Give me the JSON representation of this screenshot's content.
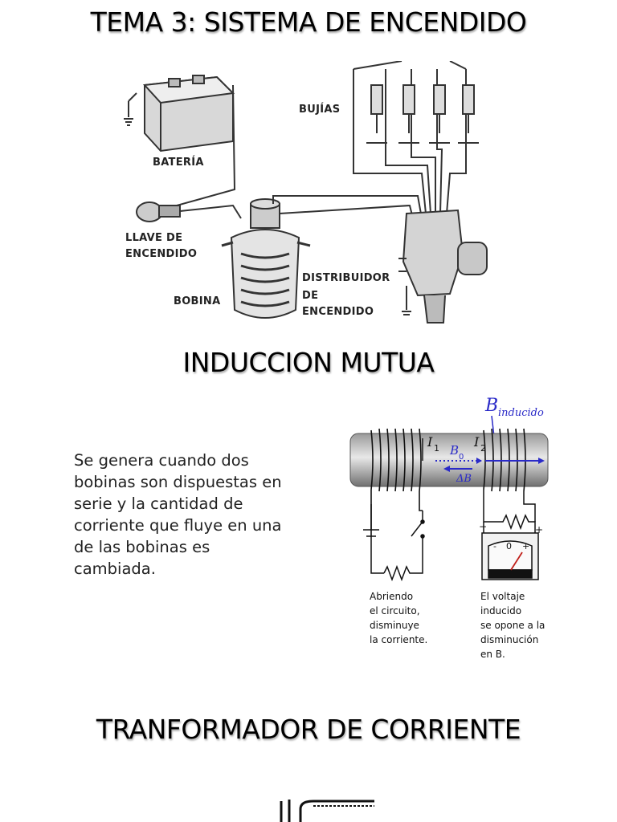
{
  "title": "TEMA 3: SISTEMA DE ENCENDIDO",
  "ignition_diagram": {
    "labels": {
      "bujias": "BUJÍAS",
      "bateria": "BATERÍA",
      "llave_line1": "LLAVE DE",
      "llave_line2": "ENCENDIDO",
      "bobina": "BOBINA",
      "distribuidor_line1": "DISTRIBUIDOR",
      "distribuidor_line2": "DE",
      "distribuidor_line3": "ENCENDIDO"
    }
  },
  "section_induccion": {
    "heading": "INDUCCION MUTUA",
    "paragraph": "Se genera cuando dos bobinas son dispuestas en serie y la cantidad de corriente que fluye en una de las bobinas es cambiada.",
    "diagram": {
      "b_symbol": "B",
      "b_subscript": "inducido",
      "i1": "I",
      "i1_sub": "1",
      "i2": "I",
      "i2_sub": "2",
      "b0": "B",
      "b0_sub": "0",
      "delta_b": "ΔB",
      "meter_minus": "-",
      "meter_zero": "0",
      "meter_plus": "+",
      "terminal_minus": "−",
      "terminal_plus": "+",
      "caption_left": [
        "Abriendo",
        "el circuito,",
        "disminuye",
        "la corriente."
      ],
      "caption_right": [
        "El voltaje",
        "inducido",
        "se opone a la",
        "disminución",
        "en B."
      ]
    }
  },
  "section_transformador": {
    "heading": "TRANFORMADOR DE CORRIENTE"
  }
}
